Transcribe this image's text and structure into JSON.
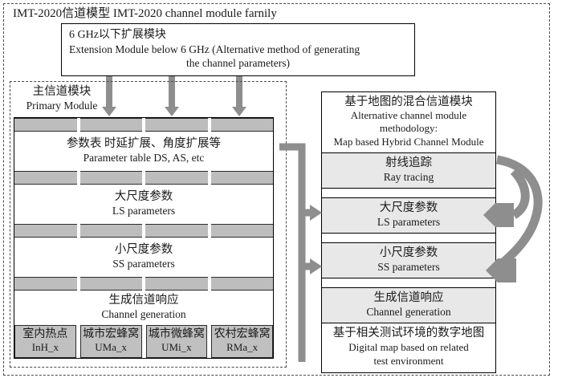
{
  "diagram": {
    "title": "IMT-2020信道模型 IMT-2020 channel module farnily",
    "accent_gray": "#8e8e8e",
    "segment_gray": "#bdbdbd",
    "panel_gray": "#e8e8e8"
  },
  "extension_module": {
    "zh": "6 GHz以下扩展模块",
    "en_line1": "Extension Module below 6 GHz (Alternative method of generating",
    "en_line2": "the channel parameters)"
  },
  "primary_module": {
    "label_zh": "主信道模块",
    "label_en": "Primary Module",
    "rows": [
      {
        "zh": "参数表 时延扩展、角度扩展等",
        "en": "Parameter table DS, AS, etc"
      },
      {
        "zh": "大尺度参数",
        "en": "LS parameters"
      },
      {
        "zh": "小尺度参数",
        "en": "SS parameters"
      },
      {
        "zh": "生成信道响应",
        "en": "Channel generation"
      }
    ],
    "scenarios": [
      {
        "zh": "室内热点",
        "en": "InH_x"
      },
      {
        "zh": "城市宏蜂窝",
        "en": "UMa_x"
      },
      {
        "zh": "城市微蜂窝",
        "en": "UMi_x"
      },
      {
        "zh": "农村宏蜂窝",
        "en": "RMa_x"
      }
    ]
  },
  "hybrid_module": {
    "head_zh": "基于地图的混合信道模块",
    "head_en1": "Alternative channel module methodology:",
    "head_en2": "Map based Hybrid Channel Module",
    "rows": [
      {
        "zh": "射线追踪",
        "en": "Ray tracing"
      },
      {
        "zh": "大尺度参数",
        "en": "LS parameters"
      },
      {
        "zh": "小尺度参数",
        "en": "SS parameters"
      },
      {
        "zh": "生成信道响应",
        "en": "Channel generation"
      }
    ],
    "footer_zh": "基于相关测试环境的数字地图",
    "footer_en1": "Digital map based on related",
    "footer_en2": "test environment"
  }
}
